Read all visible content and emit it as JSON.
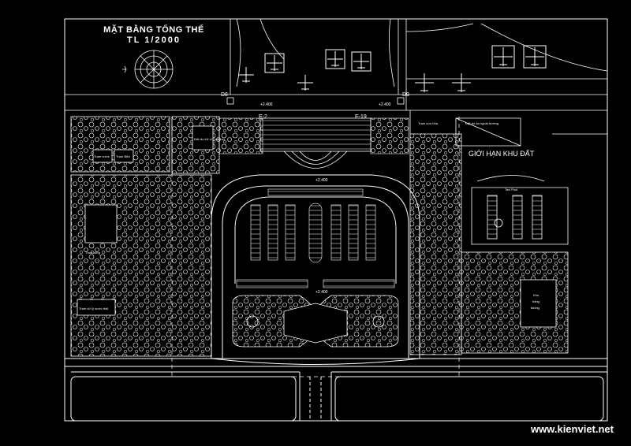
{
  "drawing": {
    "title_line1": "MẶT BẰNG TỔNG THỂ",
    "title_line2": "TL 1/2000",
    "watermark": "www.kienviet.net"
  },
  "labels": {
    "d8": "D8",
    "d9": "D9",
    "e2": "E-2",
    "e19": "E-19",
    "elev_left": "+2.400",
    "elev_right": "+2.400",
    "elev_mid": "+2.400",
    "elev_lower": "+2.400",
    "boundary": "GIỚI HẠN KHU ĐẤT",
    "station_left": "Trạm cứu hỏa",
    "area_right": "Đất dự án ngoài trường",
    "taxi_pool": "Taxi Pool",
    "left_box_1": "Trạm nước",
    "left_box_2": "Trạm điện",
    "left_mid": "Đất dự trữ vị\nQuân sự",
    "left_service": "Trạm xăng",
    "left_bottom": "Trạm xử lý nước thải",
    "right_bottom_line1": "Kho",
    "right_bottom_line2": "hàng",
    "right_bottom_line3": "không"
  },
  "colors": {
    "background": "#000000",
    "linework": "#ffffff"
  }
}
